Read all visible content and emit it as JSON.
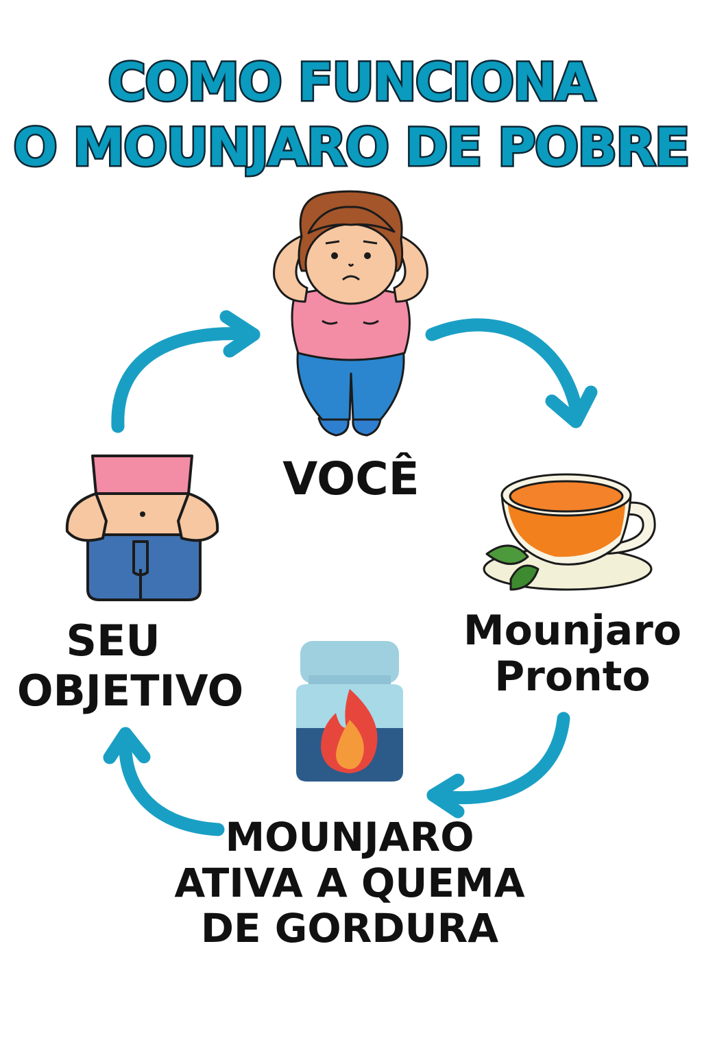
{
  "title": {
    "line1": "COMO FUNCIONA",
    "line2": "O MOUNJARO DE POBRE"
  },
  "steps": {
    "voce": "VOCÊ",
    "pronto_line1": "Mounjaro",
    "pronto_line2": "Pronto",
    "queima_line1": "MOUNJARO",
    "queima_line2": "ATIVA A QUEMA",
    "queima_line3": "DE GORDURA",
    "objetivo_line1": "SEU",
    "objetivo_line2": "OBJETIVO"
  },
  "colors": {
    "title_fill": "#0a9bbf",
    "title_stroke": "#0b2633",
    "arrow": "#1a9fc4",
    "text": "#111111"
  },
  "icons": [
    "worried-woman-icon",
    "tea-cup-icon",
    "fire-jar-icon",
    "slim-waist-icon",
    "cycle-arrow-icon"
  ]
}
